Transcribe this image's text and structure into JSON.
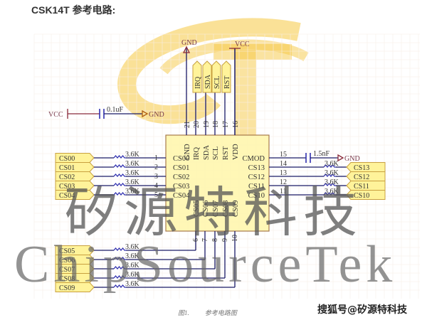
{
  "heading": "CSK14T 参考电路:",
  "colors": {
    "chip_fill": "#fff7b0",
    "chip_border": "#a07040",
    "net_flag": "#fff39a",
    "wire": "#1a1a66",
    "resistor": "#3030b0",
    "logo": "#f5c842",
    "power": "#8a2a3a"
  },
  "watermark": {
    "chinese": "矽源特科技",
    "english": "ChipSourceTek"
  },
  "chip": {
    "top_pins": [
      {
        "num": "21",
        "name": "GND"
      },
      {
        "num": "20",
        "name": "IRQ"
      },
      {
        "num": "19",
        "name": "SDA"
      },
      {
        "num": "18",
        "name": "SCL"
      },
      {
        "num": "17",
        "name": "RST"
      },
      {
        "num": "16",
        "name": "VDD"
      }
    ],
    "left_pins": [
      {
        "num": "1",
        "name": "CS00"
      },
      {
        "num": "2",
        "name": "CS01"
      },
      {
        "num": "3",
        "name": "CS02"
      },
      {
        "num": "4",
        "name": "CS03"
      },
      {
        "num": "5",
        "name": "CS04"
      }
    ],
    "right_pins": [
      {
        "num": "15",
        "name": "CMOD"
      },
      {
        "num": "14",
        "name": "CS13"
      },
      {
        "num": "13",
        "name": "CS12"
      },
      {
        "num": "12",
        "name": "CS11"
      },
      {
        "num": "11",
        "name": "CS10"
      }
    ],
    "bottom_pins": [
      {
        "num": "6",
        "name": "CS05"
      },
      {
        "num": "7",
        "name": "CS06"
      },
      {
        "num": "8",
        "name": "CS07"
      },
      {
        "num": "9",
        "name": "CS08"
      },
      {
        "num": "10",
        "name": "CS09"
      }
    ]
  },
  "top_nets": [
    "IRQ",
    "SDA",
    "SCL",
    "RST"
  ],
  "power": {
    "gnd": "GND",
    "vcc": "VCC"
  },
  "decoupling_cap": "0.1uF",
  "cmod_cap": "1.5nF",
  "resistor_value": "3.6K",
  "left_nets": [
    "CS00",
    "CS01",
    "CS02",
    "CS03",
    "CS04"
  ],
  "right_nets": [
    "CS13",
    "CS12",
    "CS11",
    "CS10"
  ],
  "bottom_nets": [
    "CS05",
    "CS06",
    "CS07",
    "CS08",
    "CS09"
  ],
  "caption": {
    "figure": "图1.",
    "title": "参考电路图"
  },
  "credit": "搜狐号@矽源特科技"
}
